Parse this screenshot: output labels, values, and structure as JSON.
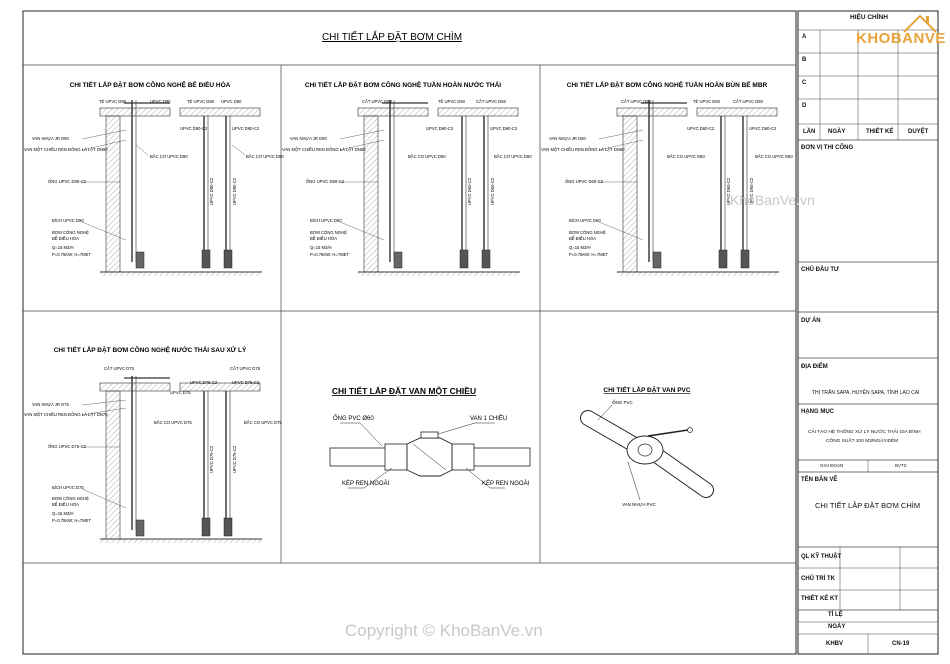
{
  "drawing": {
    "main_title": "CHI TIẾT LẮP ĐẶT BƠM CHÌM",
    "panels": [
      {
        "title": "CHI TIẾT LẮP ĐẶT BƠM CÔNG NGHỆ BỂ ĐIỀU HÒA",
        "labels": {
          "tee": "TÊ UPVC D90",
          "pipe_top1": "UPVC D90",
          "pipe_top2": "UPVC D90",
          "pipe_a": "UPVC D90-C2",
          "pipe_b": "UPVC D90-C2",
          "valve1": "VAN NHỰA JR D90",
          "valve2": "VAN MỘT CHIỀU REN ĐỒNG LÁ LẬT DN90",
          "elbow1": "BẮC CO UPVC D90",
          "elbow2": "BẮC CO UPVC D90",
          "pipe_side": "ỐNG UPVC D90-C2",
          "flange": "BÍCH UPVC D90",
          "pump1": "BƠM CÔNG NGHỆ",
          "pump2": "BỂ ĐIỀU HÒA",
          "spec1": "Q=15 M3/H",
          "spec2": "P=0,75KW; H=7MET",
          "vpipe1": "UPVC D90-C2",
          "vpipe2": "UPVC D90-C2"
        }
      },
      {
        "title": "CHI TIẾT LẮP ĐẶT BƠM CÔNG NGHỆ TUẦN HOÀN NƯỚC THẢI",
        "labels": {
          "tee": "CẮT UPVC D60",
          "pipe_top1": "TÊ UPVC D60",
          "pipe_top2": "CẮT UPVC D60",
          "pipe_a": "UPVC D60-C2",
          "pipe_b": "UPVC D60-C2",
          "valve1": "VAN NHỰA JR D60",
          "valve2": "VAN MỘT CHIỀU REN ĐỒNG LÁ LẬT DN60",
          "elbow1": "BẮC CO UPVC D60",
          "elbow2": "BẮC CO UPVC D60",
          "pipe_side": "ỐNG UPVC D60-C2",
          "flange": "BÍCH UPVC D60",
          "pump1": "BƠM CÔNG NGHỆ",
          "pump2": "BỂ ĐIỀU HÒA",
          "spec1": "Q=15 M3/H",
          "spec2": "P=0,75KW; H=7MET",
          "vpipe1": "UPVC D60-C2",
          "vpipe2": "UPVC D60-C2"
        }
      },
      {
        "title": "CHI TIẾT LẮP ĐẶT BƠM CÔNG NGHỆ TUẦN HOÀN BÙN BỂ MBR",
        "labels": {
          "tee": "CẮT UPVC D60",
          "pipe_top1": "TÊ UPVC D60",
          "pipe_top2": "CẮT UPVC D60",
          "pipe_a": "UPVC D60-C2",
          "pipe_b": "UPVC D60-C2",
          "valve1": "VAN NHỰA JR D60",
          "valve2": "VAN MỘT CHIỀU REN ĐỒNG LÁ LẬT DN60",
          "elbow1": "BẮC CO UPVC D60",
          "elbow2": "BẮC CO UPVC D60",
          "pipe_side": "ỐNG UPVC D60-C2",
          "flange": "BÍCH UPVC D60",
          "pump1": "BƠM CÔNG NGHỆ",
          "pump2": "BỂ ĐIỀU HÒA",
          "spec1": "Q=15 M3/H",
          "spec2": "P=0,75KW; H=7MET",
          "vpipe1": "UPVC D60-C2",
          "vpipe2": "UPVC D60-C2"
        }
      },
      {
        "title": "CHI TIẾT LẮP ĐẶT BƠM CÔNG NGHỆ NƯỚC THẢI SAU XỬ LÝ",
        "labels": {
          "tee": "CẮT UPVC D75",
          "pipe_top1": "UPVC D75",
          "pipe_top2": "CẮT UPVC D75",
          "pipe_a": "UPVC D75-C2",
          "pipe_b": "UPVC D75-C2",
          "valve1": "VAN NHỰA JR D75",
          "valve2": "VAN MỘT CHIỀU REN ĐỒNG LÁ LẬT DN75",
          "elbow1": "BẮC CO UPVC D75",
          "elbow2": "BẮC CO UPVC D75",
          "pipe_side": "ỐNG UPVC D75-C2",
          "flange": "BÍCH UPVC D75",
          "pump1": "BƠM CÔNG NGHỆ",
          "pump2": "BỂ ĐIỀU HÒA",
          "spec1": "Q=15 M3/H",
          "spec2": "P=0,75KW; H=7MET",
          "vpipe1": "UPVC D75-C2",
          "vpipe2": "UPVC D75-C2"
        }
      }
    ],
    "check_valve": {
      "title": "CHI TIẾT LẮP ĐẶT VAN MỘT CHIỀU",
      "pipe": "ỐNG PVC Ø60",
      "valve": "VAN 1 CHIỀU",
      "nipple_left": "KÉP REN NGOÀI",
      "nipple_right": "KÉP REN NGOÀI"
    },
    "pvc_valve": {
      "title": "CHI TIẾT LẮP ĐẶT VAN PVC",
      "label_top": "ỐNG PVC",
      "label_bottom": "VAN NHỰA PVC"
    }
  },
  "title_block": {
    "revision_header": "HIỆU CHỈNH",
    "revision_rows": [
      "A",
      "B",
      "C",
      "D"
    ],
    "revision_cols": {
      "lan": "LẦN",
      "ngay": "NGÀY",
      "thiet_ke": "THIẾT KẾ",
      "duyet": "DUYỆT"
    },
    "design_unit": "ĐƠN VỊ THI CÔNG",
    "investor": "CHỦ ĐẦU TƯ",
    "project": "DỰ ÁN",
    "location_label": "ĐỊA ĐIỂM",
    "location_value": "THỊ TRẤN SAPA, HUYỆN SAPA, TỈNH LÀO CAI",
    "category_label": "HẠNG MỤC",
    "category_value_1": "CẢI TẠO HỆ THỐNG XỬ LÝ NƯỚC THẢI GIA ĐÌNH",
    "category_value_2": "CÔNG SUẤT 100 M3/NGÀY.ĐÊM",
    "stage": "GIAI ĐOẠN",
    "stage_value": "BVTC",
    "drawing_name_label": "TÊN BẢN VẼ",
    "drawing_name_value": "CHI TIẾT LẮP ĐẶT BƠM CHÌM",
    "ql_kt": "QL KỸ THUẬT",
    "chu_tri": "CHỦ TRÌ TK",
    "thiet_ke": "THIẾT KẾ KT",
    "scale": "TỈ LỆ",
    "date": "NGÀY",
    "code": "KHBV",
    "sheet": "CN-19"
  },
  "watermarks": {
    "logo_top": "KHOBANVE",
    "mid": "KhoBanVe.vn",
    "bottom": "Copyright © KhoBanVe.vn"
  }
}
